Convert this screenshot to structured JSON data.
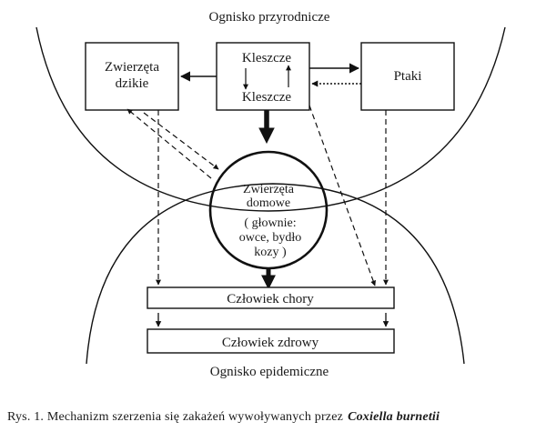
{
  "diagram": {
    "natural_focus_label": "Ognisko przyrodnicze",
    "epidemic_focus_label": "Ognisko epidemiczne",
    "nodes": {
      "wild_animals": [
        "Zwierzęta",
        "dzikie"
      ],
      "ticks_top": "Kleszcze",
      "ticks_bottom": "Kleszcze",
      "birds": "Ptaki",
      "domestic": [
        "Zwierzęta",
        "domowe",
        "( głownie:",
        "owce, bydło",
        "kozy )"
      ],
      "sick_human": "Człowiek chory",
      "healthy_human": "Człowiek zdrowy"
    }
  },
  "caption": {
    "prefix": "Rys. 1. Mechanizm szerzenia się zakażeń wywoływanych przez",
    "organism": "Coxiella burnetii"
  }
}
